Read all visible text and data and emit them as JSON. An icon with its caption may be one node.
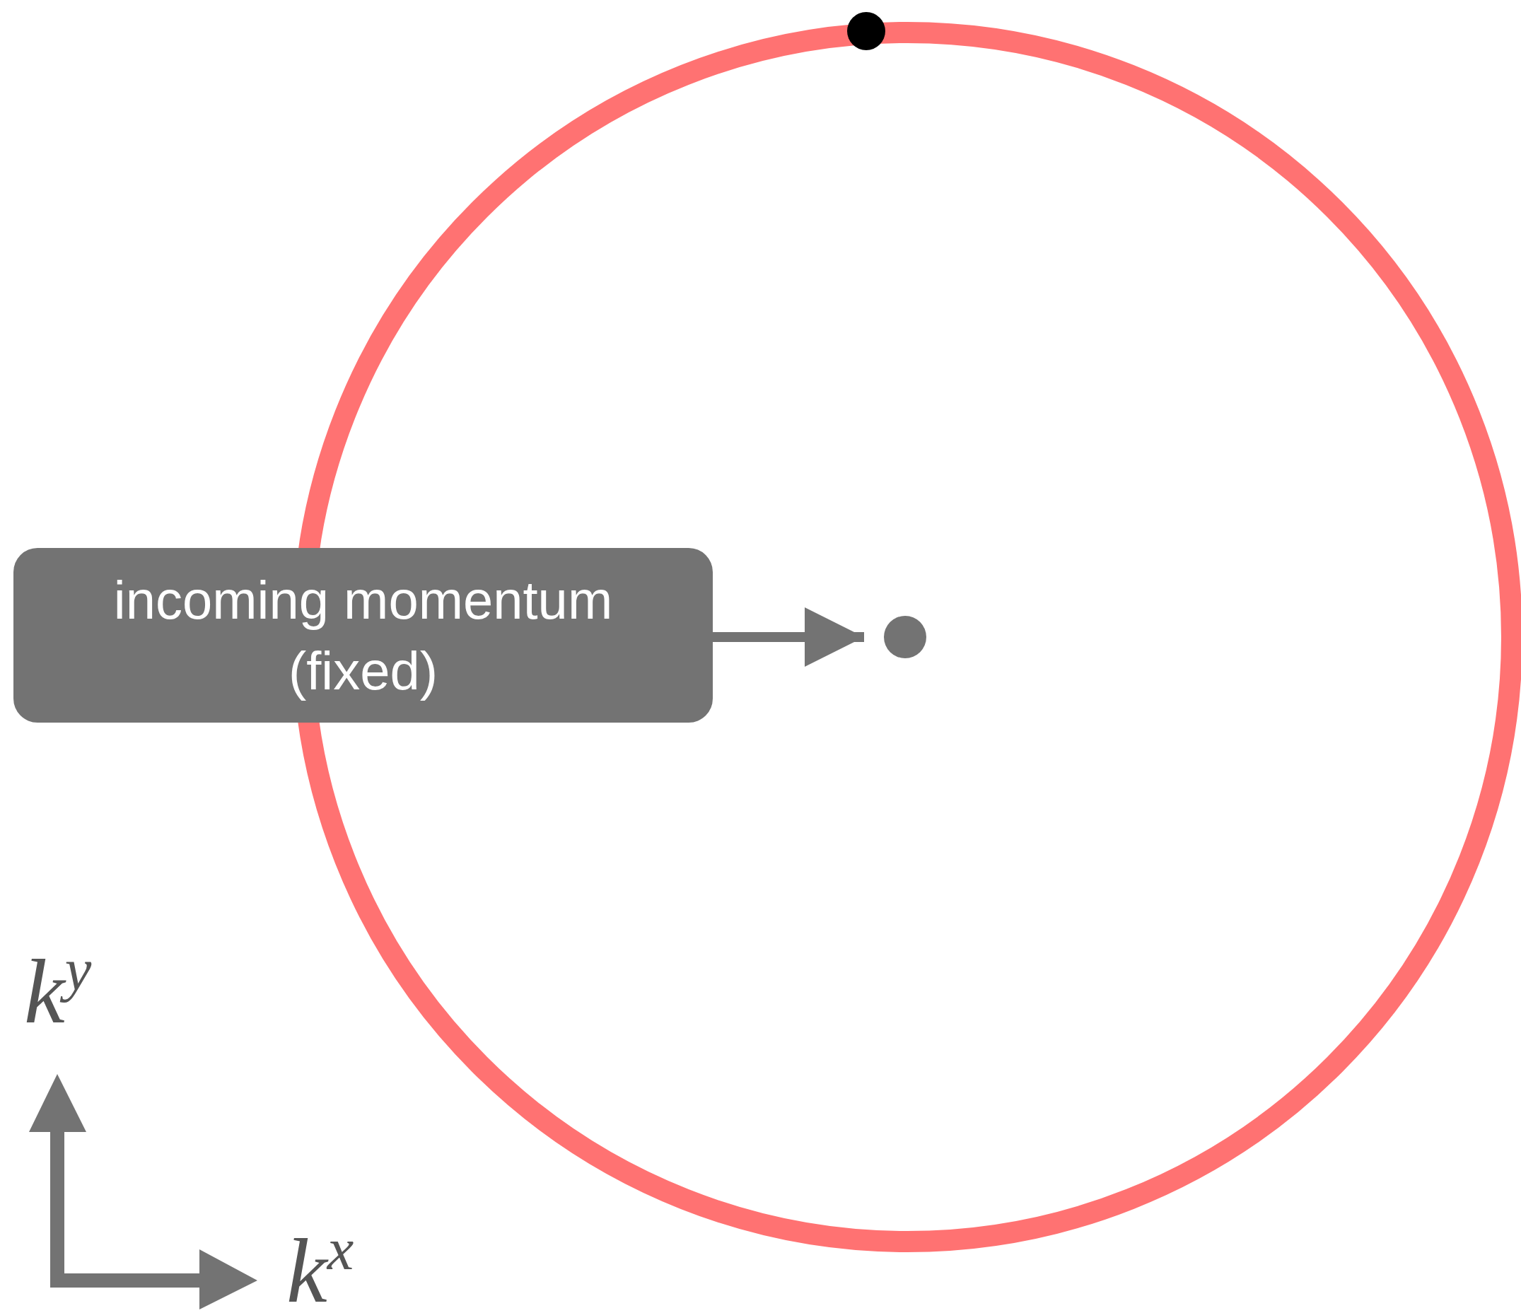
{
  "diagram": {
    "nodes": [
      {
        "text": [
          "incoming momentum (fixed)"
        ]
      },
      {
        "text": [],
        "shape": "circle"
      }
    ],
    "edges": [
      {
        "from": 0,
        "to": 1,
        "arrow": "to"
      }
    ],
    "labels": [
      "k$^{y}$",
      "k$^{x}$"
    ]
  }
}
